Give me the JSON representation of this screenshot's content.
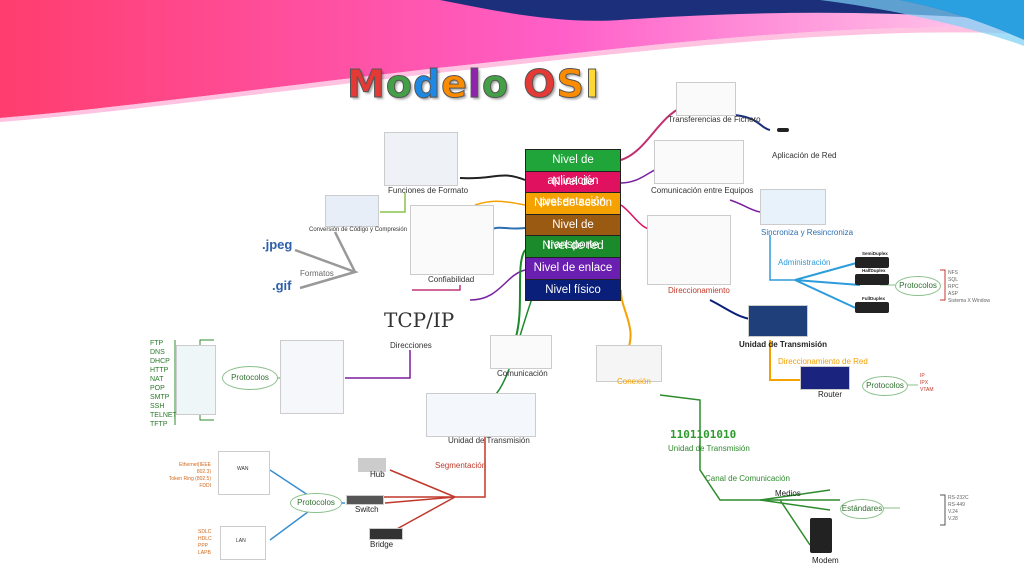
{
  "title": {
    "parts": [
      {
        "text": "M",
        "color": "#e53935"
      },
      {
        "text": "o",
        "color": "#43a047"
      },
      {
        "text": "d",
        "color": "#1e88e5"
      },
      {
        "text": "e",
        "color": "#fb8c00"
      },
      {
        "text": "l",
        "color": "#8e24aa"
      },
      {
        "text": "o",
        "color": "#43a047"
      },
      {
        "text": " ",
        "color": "#000"
      },
      {
        "text": "O",
        "color": "#e53935"
      },
      {
        "text": "S",
        "color": "#fb8c00"
      },
      {
        "text": "I",
        "color": "#fdd835"
      }
    ]
  },
  "layers": [
    {
      "label": "Nivel de aplicación",
      "color": "#1fa53a"
    },
    {
      "label": "Nivel de presentación",
      "color": "#e0115f"
    },
    {
      "label": "Nivel de sesión",
      "color": "#f5a100"
    },
    {
      "label": "Nivel de transporte",
      "color": "#9a5a12"
    },
    {
      "label": "Nivel de red",
      "color": "#1a8a2a"
    },
    {
      "label": "Nivel de enlace",
      "color": "#6a1fb0"
    },
    {
      "label": "Nivel físico",
      "color": "#0a1f7a"
    }
  ],
  "labels": {
    "funciones_formato": "Funciones de Formato",
    "conversion": "Conversión de Código y Compresión",
    "confiabilidad": "Confiabilidad",
    "formatos": "Formatos",
    "jpeg": ".jpeg",
    "gif": ".gif",
    "tcpip": "TCP/IP",
    "direcciones": "Direcciones",
    "protocolos": "Protocolos",
    "comunicacion": "Comunicación",
    "unidad_transmision": "Unidad de Transmisión",
    "segmentacion": "Segmentación",
    "hub": "Hub",
    "switch": "Switch",
    "bridge": "Bridge",
    "wan": "WAN",
    "lan": "LAN",
    "transferencias": "Transferencias de Fichero",
    "aplicacion_red": "Aplicación de Red",
    "comunicacion_equipos": "Comunicación entre Equipos",
    "sincroniza": "Sincroniza y Resincroniza",
    "administracion": "Administración",
    "simplex": "SemiDuplex",
    "halfduplex": "HalfDuplex",
    "fullduplex": "FullDuplex",
    "direccionamiento": "Direccionamiento",
    "unidad_transmision_2": "Unidad de Transmisión",
    "direccionamiento_red": "Direccionamiento de Red",
    "router": "Router",
    "conexion": "Conexión",
    "unidad_transmision_3": "Unidad de Transmisión",
    "canal": "Canal de Comunicación",
    "medios": "Medios",
    "estandares": "Estándares",
    "modem": "Modem",
    "binary": "1101101010"
  },
  "lists": {
    "app_protocols": [
      "FTP",
      "DNS",
      "DHCP",
      "HTTP",
      "NAT",
      "POP",
      "SMTP",
      "SSH",
      "TELNET",
      "TFTP"
    ],
    "wan_protocols": [
      "Ethernet(IEEE 802.3)",
      "Token Ring (802.5)",
      "FDDI"
    ],
    "lan_protocols": [
      "SDLC",
      "HDLC",
      "PPP",
      "LAPB"
    ],
    "session_protocols": [
      "NFS",
      "SQL",
      "RPC",
      "ASP",
      "Sistema X Window"
    ],
    "net_protocols": [
      "IP",
      "IPX",
      "VTAM"
    ],
    "phys_standards": [
      "RS-232C",
      "RS-449",
      "V.24",
      "V.28"
    ]
  },
  "colors": {
    "wave1": "#ff2d7a",
    "wave2": "#ff4fc0",
    "wave3": "#1e3a8a",
    "wave4": "#2d9cdb",
    "accent_green": "#2e8b2e"
  }
}
